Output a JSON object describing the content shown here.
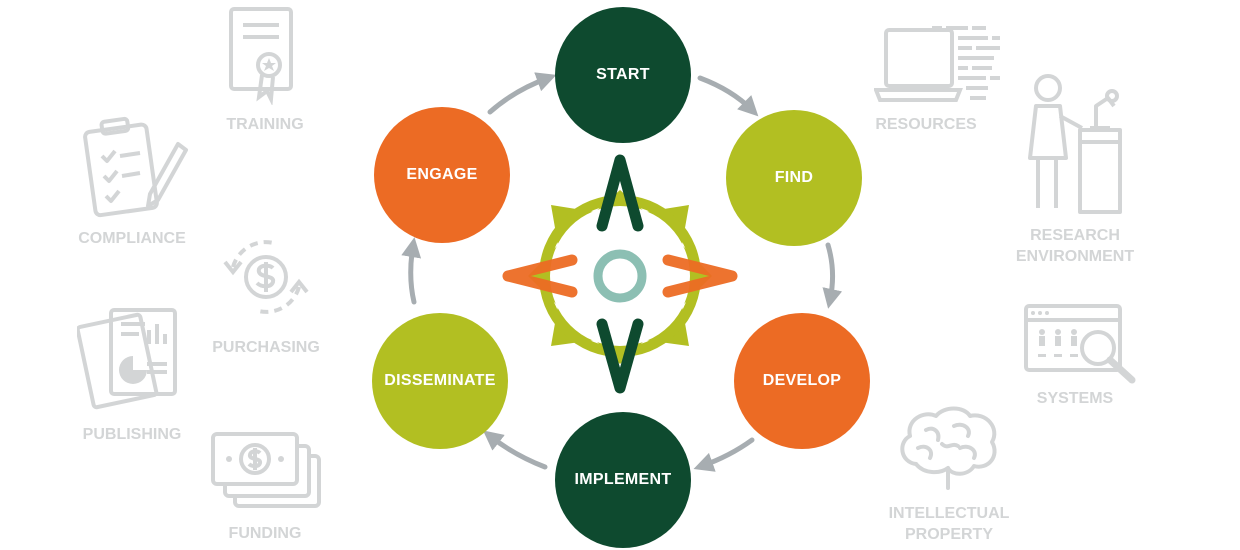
{
  "cycle": {
    "start": "START",
    "find": "FIND",
    "develop": "DEVELOP",
    "implement": "IMPLEMENT",
    "disseminate": "DISSEMINATE",
    "engage": "ENGAGE"
  },
  "areas": {
    "training": "TRAINING",
    "compliance": "COMPLIANCE",
    "purchasing": "PURCHASING",
    "publishing": "PUBLISHING",
    "funding": "FUNDING",
    "resources": "RESOURCES",
    "research_line1": "RESEARCH",
    "research_line2": "ENVIRONMENT",
    "systems": "SYSTEMS",
    "ip_line1": "INTELLECTUAL",
    "ip_line2": "PROPERTY"
  },
  "colors": {
    "dark_green": "#0e4a2f",
    "lime": "#b2bf22",
    "orange": "#ec6b24",
    "teal": "#8cbfb3",
    "arrow_gray": "#a7adb1",
    "icon_gray": "#d3d5d6"
  }
}
